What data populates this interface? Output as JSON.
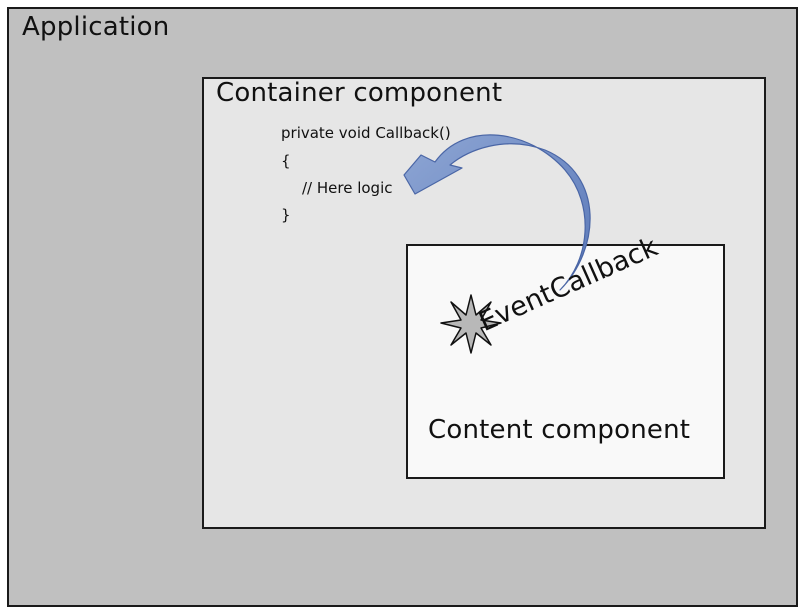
{
  "application": {
    "title": "Application"
  },
  "container": {
    "title": "Container component",
    "code": [
      "private void Callback()",
      "{",
      "// Here logic",
      "}"
    ]
  },
  "content": {
    "title": "Content component"
  },
  "event": {
    "label": "EventCallback"
  },
  "colors": {
    "application_bg": "#c0c0c0",
    "container_bg": "#e6e6e6",
    "content_bg": "#f9f9f9",
    "arrow_light": "#8ea6d4",
    "arrow_dark": "#5a78b8",
    "star_fill": "#b8b8b8"
  }
}
